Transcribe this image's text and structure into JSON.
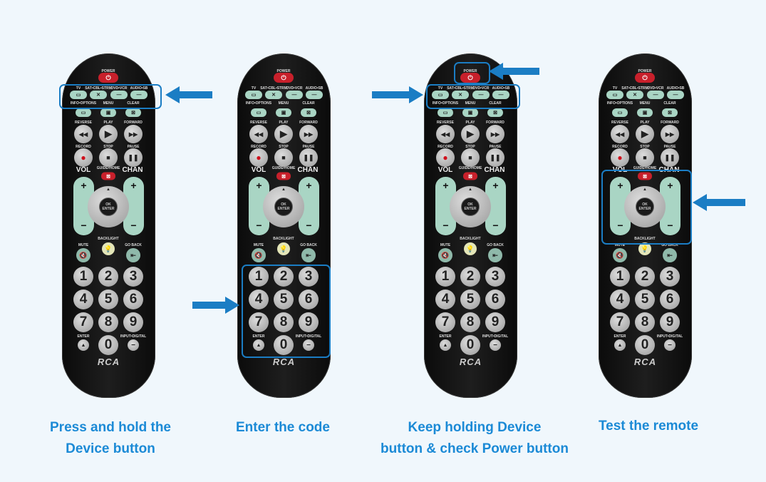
{
  "remote_labels": {
    "power": "POWER",
    "tv": "TV",
    "sat": "SAT•CBL•STRM",
    "dvd": "DVD•VCR",
    "audio": "AUDIO•SB",
    "info": "INFO•OPTIONS",
    "menu": "MENU",
    "clear": "CLEAR",
    "reverse": "REVERSE",
    "play": "PLAY",
    "forward": "FORWARD",
    "record": "RECORD",
    "stop": "STOP",
    "pause": "PAUSE",
    "vol": "VOL",
    "chan": "CHAN",
    "guide": "GUIDE•HOME",
    "ok": "OK",
    "enter_small": "ENTER",
    "backlight": "BACKLIGHT",
    "mute": "MUTE",
    "goback": "GO BACK",
    "enter": "ENTER",
    "input": "INPUT•DIGITAL",
    "brand": "RCA",
    "digits": [
      "1",
      "2",
      "3",
      "4",
      "5",
      "6",
      "7",
      "8",
      "9",
      "0"
    ]
  },
  "steps": [
    {
      "caption_lines": [
        "Press and hold the",
        "Device button"
      ]
    },
    {
      "caption_lines": [
        "Enter the code"
      ]
    },
    {
      "caption_lines": [
        "Keep holding Device",
        "button & check Power button"
      ]
    },
    {
      "caption_lines": [
        "Test the remote"
      ]
    }
  ],
  "colors": {
    "accent": "#1b7dc4",
    "caption": "#1b8ad6",
    "button_green": "#a9d5c4",
    "power_red": "#c8202b"
  }
}
